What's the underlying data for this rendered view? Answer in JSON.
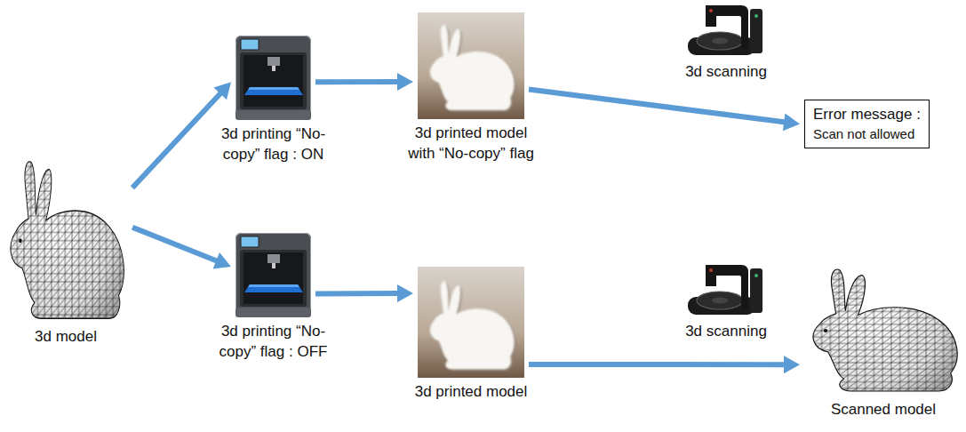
{
  "diagram": {
    "nodes": [
      {
        "text": [
          "3d model"
        ]
      },
      {
        "text": [
          "3d printing “No-copy” flag : ON"
        ]
      },
      {
        "text": [
          "3d printed model with “No-copy” flag"
        ]
      },
      {
        "text": [
          "Error message :",
          "Scan not allowed"
        ]
      },
      {
        "text": [
          "3d printing “No-copy” flag : OFF"
        ]
      },
      {
        "text": [
          "3d printed model"
        ]
      },
      {
        "text": [
          "Scanned model"
        ]
      }
    ],
    "edges": [
      {
        "from": 0,
        "to": 1,
        "arrow": "to"
      },
      {
        "from": 0,
        "to": 4,
        "arrow": "to"
      },
      {
        "from": 1,
        "to": 2,
        "arrow": "to"
      },
      {
        "from": 4,
        "to": 5,
        "arrow": "to"
      },
      {
        "from": 2,
        "to": 3,
        "label": "3d scanning",
        "arrow": "to"
      },
      {
        "from": 5,
        "to": 6,
        "label": "3d scanning",
        "arrow": "to"
      }
    ]
  }
}
